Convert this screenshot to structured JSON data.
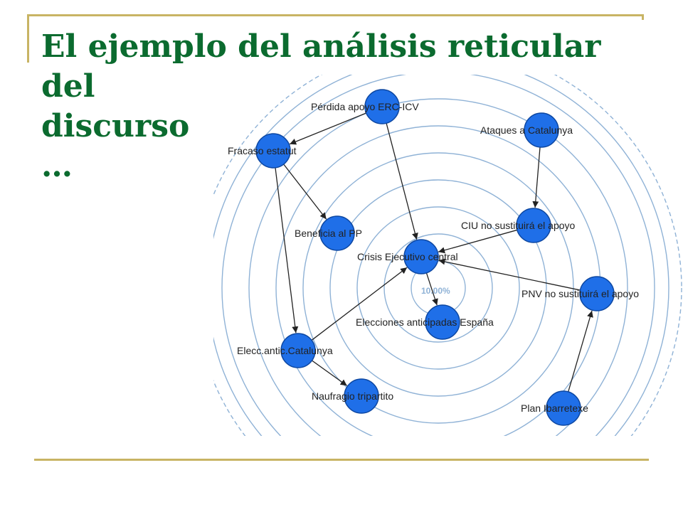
{
  "title": {
    "line1": "El ejemplo del análisis reticular",
    "line2": "del",
    "line3": "discurso",
    "line4": "…"
  },
  "diagram": {
    "center_percent": "10.00%",
    "colors": {
      "node_fill": "#1f6fe8",
      "node_stroke": "#0d47a1",
      "ring": "#8fb2d6",
      "edge": "#222222",
      "title": "#0b6b2f",
      "rule": "#c8b464"
    },
    "nodes": [
      {
        "id": "perdida",
        "label": "Pérdida apoyo ERC-ICV"
      },
      {
        "id": "ataques",
        "label": "Ataques a Catalunya"
      },
      {
        "id": "fracaso",
        "label": "Fracaso estatut"
      },
      {
        "id": "beneficia",
        "label": "Beneficia al PP"
      },
      {
        "id": "ciu",
        "label": "CIU no sustituirá el apoyo"
      },
      {
        "id": "crisis",
        "label": "Crisis Ejecutivo central"
      },
      {
        "id": "pnv",
        "label": "PNV no sustituirá el apoyo"
      },
      {
        "id": "elecesp",
        "label": "Elecciones anticipadas España"
      },
      {
        "id": "eleccat",
        "label": "Elecc.antic.Catalunya"
      },
      {
        "id": "naufragio",
        "label": "Naufragio tripartito"
      },
      {
        "id": "plan",
        "label": "Plan Ibarretexe"
      }
    ],
    "edges": [
      {
        "from": "perdida",
        "to": "fracaso"
      },
      {
        "from": "perdida",
        "to": "crisis"
      },
      {
        "from": "ataques",
        "to": "ciu"
      },
      {
        "from": "fracaso",
        "to": "beneficia"
      },
      {
        "from": "fracaso",
        "to": "eleccat"
      },
      {
        "from": "ciu",
        "to": "crisis"
      },
      {
        "from": "pnv",
        "to": "crisis"
      },
      {
        "from": "crisis",
        "to": "elecesp"
      },
      {
        "from": "eleccat",
        "to": "crisis"
      },
      {
        "from": "eleccat",
        "to": "naufragio"
      },
      {
        "from": "plan",
        "to": "pnv"
      }
    ]
  }
}
